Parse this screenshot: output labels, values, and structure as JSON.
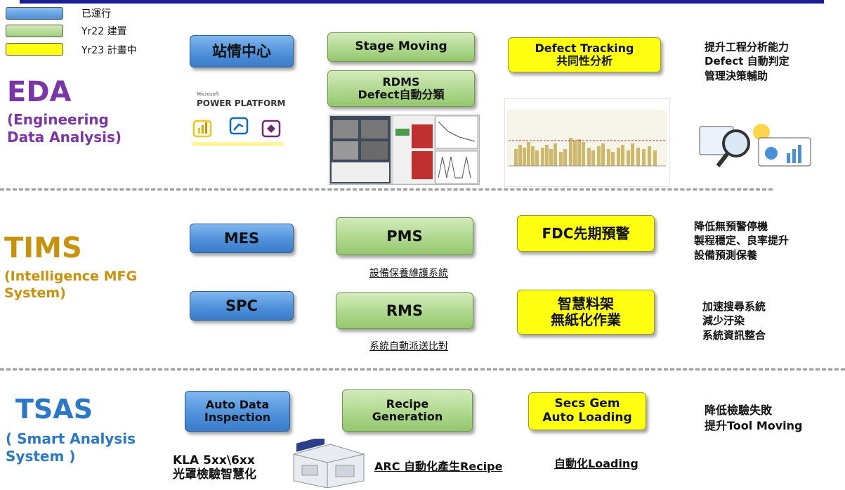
{
  "legend": [
    {
      "label": "已運行",
      "color": "#5b9be0"
    },
    {
      "label": "Yr22 建置",
      "color": "#a8d48a"
    },
    {
      "label": "Yr23 計畫中",
      "color": "#ffff12"
    }
  ],
  "eda": {
    "title": "EDA",
    "subtitle_line1": "(Engineering",
    "subtitle_line2": "Data Analysis)",
    "color": "#7a35a8",
    "box_station": "站情中心",
    "box_stage": "Stage Moving",
    "box_rdms_line1": "RDMS",
    "box_rdms_line2": "Defect自動分類",
    "box_defect_line1": "Defect Tracking",
    "box_defect_line2": "共同性分析",
    "power_platform_small": "Microsoft",
    "power_platform": "POWER PLATFORM",
    "desc": [
      "提升工程分析能力",
      "Defect 自動判定",
      "管理決策輔助"
    ]
  },
  "tims": {
    "title": "TIMS",
    "subtitle_line1": "(Intelligence MFG",
    "subtitle_line2": "System)",
    "color": "#c8920a",
    "box_mes": "MES",
    "box_pms": "PMS",
    "box_fdc": "FDC先期預警",
    "box_spc": "SPC",
    "box_rms": "RMS",
    "box_rack_line1": "智慧料架",
    "box_rack_line2": "無紙化作業",
    "label_pms": "設備保養維護系統",
    "label_rms": "系統自動派送比對",
    "desc1": [
      "降低無預警停機",
      "製程穩定、良率提升",
      "設備預測保養"
    ],
    "desc2": [
      "加速搜尋系統",
      "減少汙染",
      "系統資訊整合"
    ]
  },
  "tsas": {
    "title": "TSAS",
    "subtitle_line1": "( Smart Analysis",
    "subtitle_line2": "System )",
    "color": "#2a78c8",
    "box_auto_line1": "Auto Data",
    "box_auto_line2": "Inspection",
    "box_recipe_line1": "Recipe",
    "box_recipe_line2": "Generation",
    "box_secs_line1": "Secs Gem",
    "box_secs_line2": "Auto Loading",
    "kla_line1": "KLA 5xx\\6xx",
    "kla_line2": "光罩檢驗智慧化",
    "label_arc": "ARC 自動化產生Recipe",
    "label_loading": "自動化Loading",
    "desc": [
      "降低檢驗失敗",
      "提升Tool Moving"
    ]
  }
}
